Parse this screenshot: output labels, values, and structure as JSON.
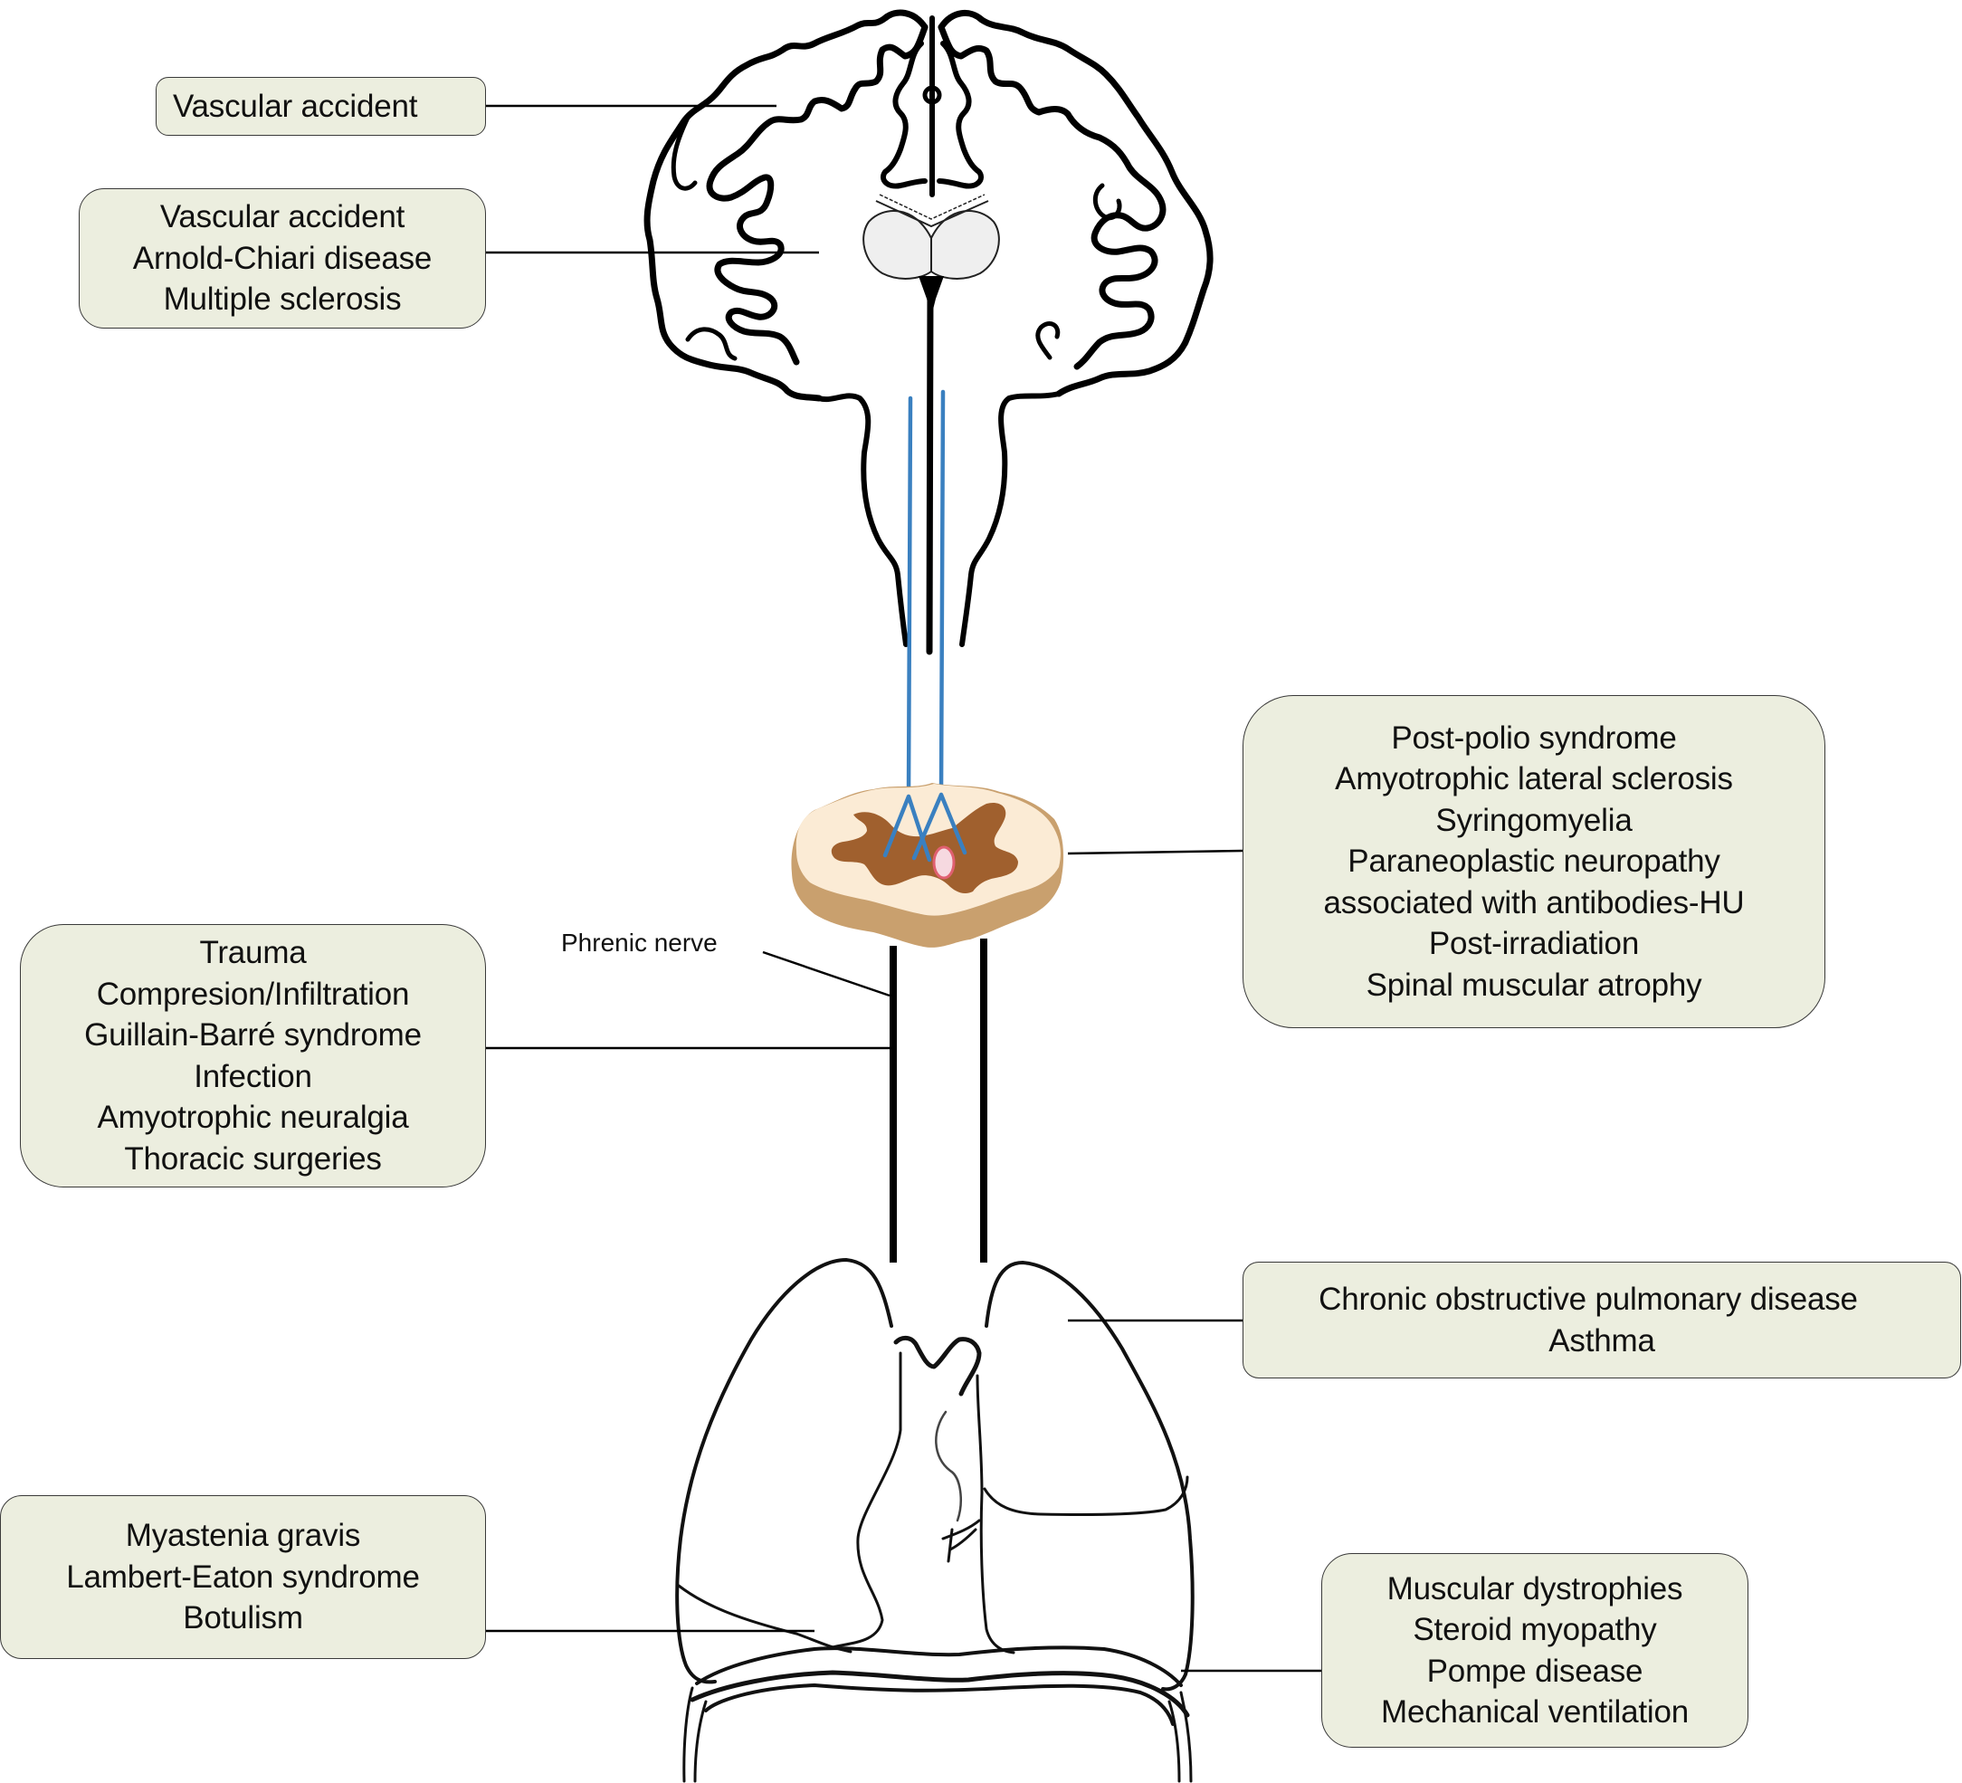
{
  "figure": {
    "title": "Causes of diaphragmatic / respiratory muscle weakness along the neural pathway",
    "structures": [
      "cerebral cortex",
      "subcortical / brainstem",
      "spinal cord (anterior horn)",
      "phrenic nerve",
      "lungs",
      "neuromuscular junction",
      "diaphragm muscle"
    ]
  },
  "labels": {
    "phrenic_nerve": "Phrenic nerve"
  },
  "boxes": {
    "cortex": {
      "lines": [
        "Vascular accident"
      ]
    },
    "subcortical": {
      "lines": [
        "Vascular accident",
        "Arnold-Chiari disease",
        "Multiple sclerosis"
      ]
    },
    "spinal_cord": {
      "lines": [
        "Post-polio syndrome",
        "Amyotrophic lateral sclerosis",
        "Syringomyelia",
        "Paraneoplastic neuropathy",
        "associated with antibodies-HU",
        "Post-irradiation",
        "Spinal muscular atrophy"
      ]
    },
    "phrenic_nerve": {
      "lines": [
        "Trauma",
        "Compresion/Infiltration",
        "Guillain-Barré syndrome",
        "Infection",
        "Amyotrophic neuralgia",
        "Thoracic surgeries"
      ]
    },
    "lung": {
      "lines": [
        "Chronic obstructive pulmonary disease",
        "Asthma"
      ]
    },
    "neuromuscular_junction": {
      "lines": [
        "Myastenia gravis",
        "Lambert-Eaton syndrome",
        "Botulism"
      ]
    },
    "muscle": {
      "lines": [
        "Muscular dystrophies",
        "Steroid myopathy",
        "Pompe disease",
        "Mechanical ventilation"
      ]
    }
  },
  "colors": {
    "box_fill": "#ECEEDF",
    "box_border": "#3A3A3A",
    "tract_blue": "#3A80C0",
    "cord_gray_matter": "#A0602E",
    "cord_white_matter": "#FBEBD5",
    "cord_edge": "#C9A06E",
    "lesion_fill": "#F6D9E0",
    "lesion_rim": "#E06070",
    "thalamus_fill": "#EFEFEF",
    "outline": "#000000"
  }
}
